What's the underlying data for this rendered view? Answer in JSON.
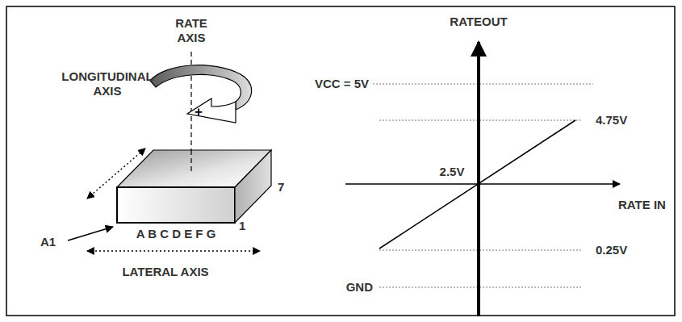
{
  "diagram": {
    "labels": [
      "RATE AXIS",
      "LONGITUDINAL AXIS",
      "7",
      "A1",
      "A B C D E F G",
      "1",
      "LATERAL AXIS",
      "+",
      "RATEOUT",
      "VCC = 5V",
      "4.75V",
      "2.5V",
      "RATE IN",
      "0.25V",
      "GND"
    ]
  }
}
